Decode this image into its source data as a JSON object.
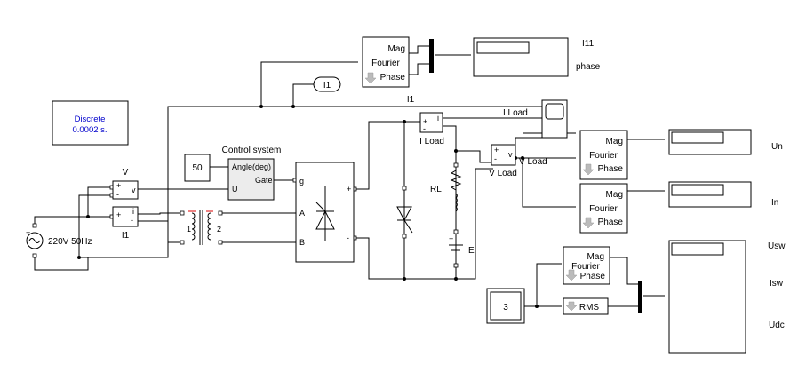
{
  "powergui": {
    "mode": "Discrete",
    "sample": "0.0002 s."
  },
  "source": {
    "label": "220V 50Hz"
  },
  "v_meas": {
    "title": "V",
    "plus": "+",
    "minus": "-",
    "out": "v"
  },
  "i_meas": {
    "title": "I1",
    "plus": "+",
    "minus": "-",
    "out": "i"
  },
  "control": {
    "const_value": "50",
    "title": "Control system",
    "in_angle": "Angle(deg)",
    "in_u": "U",
    "out_gate": "Gate"
  },
  "transformer": {
    "w1": "1",
    "w2": "2"
  },
  "thyristor_bridge": {
    "gate": "g",
    "a": "A",
    "b": "B",
    "plus": "+",
    "minus": "-"
  },
  "goto_tag": "I1",
  "signal_labels": {
    "i1": "I1",
    "i_load_wire": "I Load",
    "v_load_wire": "V Load"
  },
  "fourier_top": {
    "mag": "Mag",
    "name": "Fourier",
    "phase": "Phase"
  },
  "display_top": {
    "label_i11": "I11",
    "label_phase": "phase"
  },
  "load_meas": {
    "i_title": "I Load",
    "i_plus": "+",
    "i_minus": "-",
    "i_out": "i",
    "v_title": "V Load",
    "v_plus": "+",
    "v_minus": "-",
    "v_out": "v"
  },
  "load": {
    "rl": "RL",
    "e": "E",
    "plus": "+"
  },
  "fourier_un": {
    "mag": "Mag",
    "name": "Fourier",
    "phase": "Phase"
  },
  "fourier_in": {
    "mag": "Mag",
    "name": "Fourier",
    "phase": "Phase"
  },
  "display_labels": {
    "un": "Un",
    "in": "In",
    "usw": "Usw",
    "isw": "Isw",
    "udc": "Udc"
  },
  "fourier_bottom": {
    "mag": "Mag",
    "name": "Fourier",
    "phase": "Phase"
  },
  "const3": {
    "value": "3"
  },
  "rms": {
    "label": "RMS"
  }
}
